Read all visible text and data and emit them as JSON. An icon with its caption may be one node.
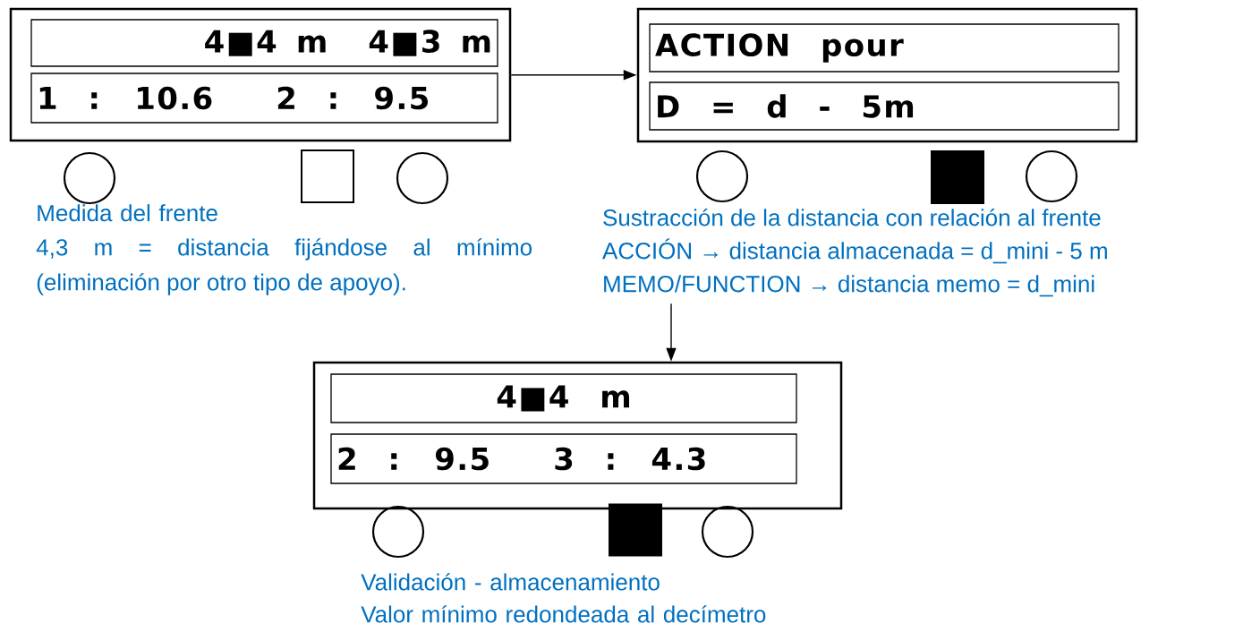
{
  "diagram": {
    "nodes": [
      {
        "text": [],
        "shape": "box"
      },
      {
        "text": [
          "4■4 m",
          "4■3 m"
        ],
        "in": 0
      },
      {
        "text": [
          "1 : 10.6",
          "2 : 9.5"
        ],
        "in": 0
      },
      {
        "text": [],
        "shape": "circle"
      },
      {
        "text": [],
        "shape": "box"
      },
      {
        "text": [],
        "shape": "circle"
      },
      {
        "text": [],
        "shape": "box"
      },
      {
        "text": [
          "ACTION pour"
        ],
        "in": 6
      },
      {
        "text": [
          "D = d - 5m"
        ],
        "in": 6
      },
      {
        "text": [],
        "shape": "circle"
      },
      {
        "text": [],
        "shape": "block"
      },
      {
        "text": [],
        "shape": "circle"
      },
      {
        "text": [
          "Sustracción de la distancia con relación al frente",
          "ACCIÓN → distancia almacenada = d_mini - 5 m",
          "MEMO/FUNCTION → distancia memo = d_mini"
        ]
      },
      {
        "text": [],
        "shape": "box"
      },
      {
        "text": [
          "4■4 m"
        ],
        "in": 13
      },
      {
        "text": [
          "2 : 9.5",
          "3 : 4.3"
        ],
        "in": 13
      },
      {
        "text": [],
        "shape": "circle"
      },
      {
        "text": [],
        "shape": "block"
      },
      {
        "text": [],
        "shape": "circle"
      }
    ],
    "edges": [
      {
        "from": 0,
        "to": 6,
        "arrow": "to"
      },
      {
        "from": 12,
        "to": 13,
        "arrow": "to"
      }
    ],
    "labels": [
      "Medida del frente",
      "4,3 m = distancia fijándose al mínimo (eliminación por otro tipo de apoyo).",
      "Validación - almacenamiento",
      "Valor mínimo redondeada al decímetro"
    ]
  }
}
